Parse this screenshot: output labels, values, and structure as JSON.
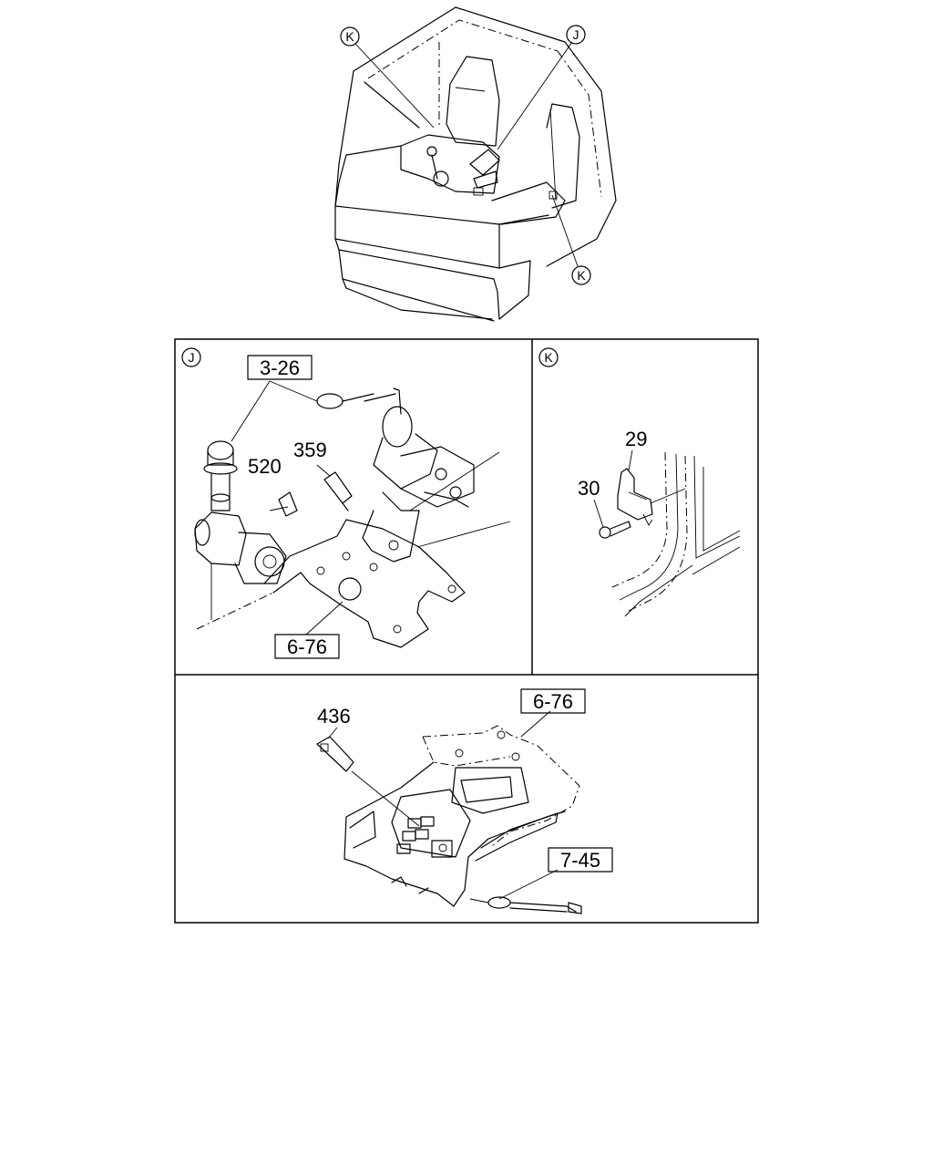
{
  "callouts": {
    "overview_k_top": "K",
    "overview_j": "J",
    "overview_k_bottom": "K",
    "panel_j": "J",
    "panel_k": "K"
  },
  "panel_j": {
    "ref_steering": "3-26",
    "ref_bracket": "6-76",
    "part_520": "520",
    "part_359": "359"
  },
  "panel_k": {
    "part_29": "29",
    "part_30": "30"
  },
  "panel_bottom": {
    "ref_console": "6-76",
    "ref_harness": "7-45",
    "part_436": "436"
  }
}
